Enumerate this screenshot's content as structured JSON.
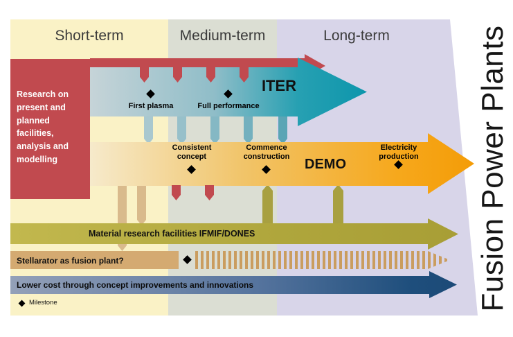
{
  "header": {
    "columns": [
      {
        "label": "Short-term"
      },
      {
        "label": "Medium-term"
      },
      {
        "label": "Long-term"
      }
    ]
  },
  "vertical_title": "Fusion Power Plants",
  "research_block": {
    "label": "Research on present and planned facilities, analysis and modelling"
  },
  "iter": {
    "label": "ITER",
    "milestones": [
      {
        "label": "First plasma"
      },
      {
        "label": "Full performance"
      }
    ]
  },
  "demo": {
    "label": "DEMO",
    "milestones": [
      {
        "label": "Consistent concept"
      },
      {
        "label": "Commence construction"
      },
      {
        "label": "Electricity production"
      }
    ]
  },
  "materials_bar": {
    "label": "Material research facilities IFMIF/DONES"
  },
  "stellarator_bar": {
    "label": "Stellarator as fusion plant?"
  },
  "lower_cost_bar": {
    "label": "Lower cost through concept improvements and innovations"
  },
  "legend": {
    "milestone_label": "Milestone"
  },
  "colors": {
    "short_term_bg": "#FAF2C6",
    "medium_term_bg": "#DBDED3",
    "long_term_bg": "#D8D5E9",
    "research_red": "#C14A4F",
    "iter_teal": "#0D96AC",
    "demo_orange": "#F6A81C",
    "materials_olive": "#AFA63C",
    "stellarator_tan": "#D4AA71",
    "lower_cost_blue": "#1E4E7C",
    "milestone_black": "#000000"
  }
}
